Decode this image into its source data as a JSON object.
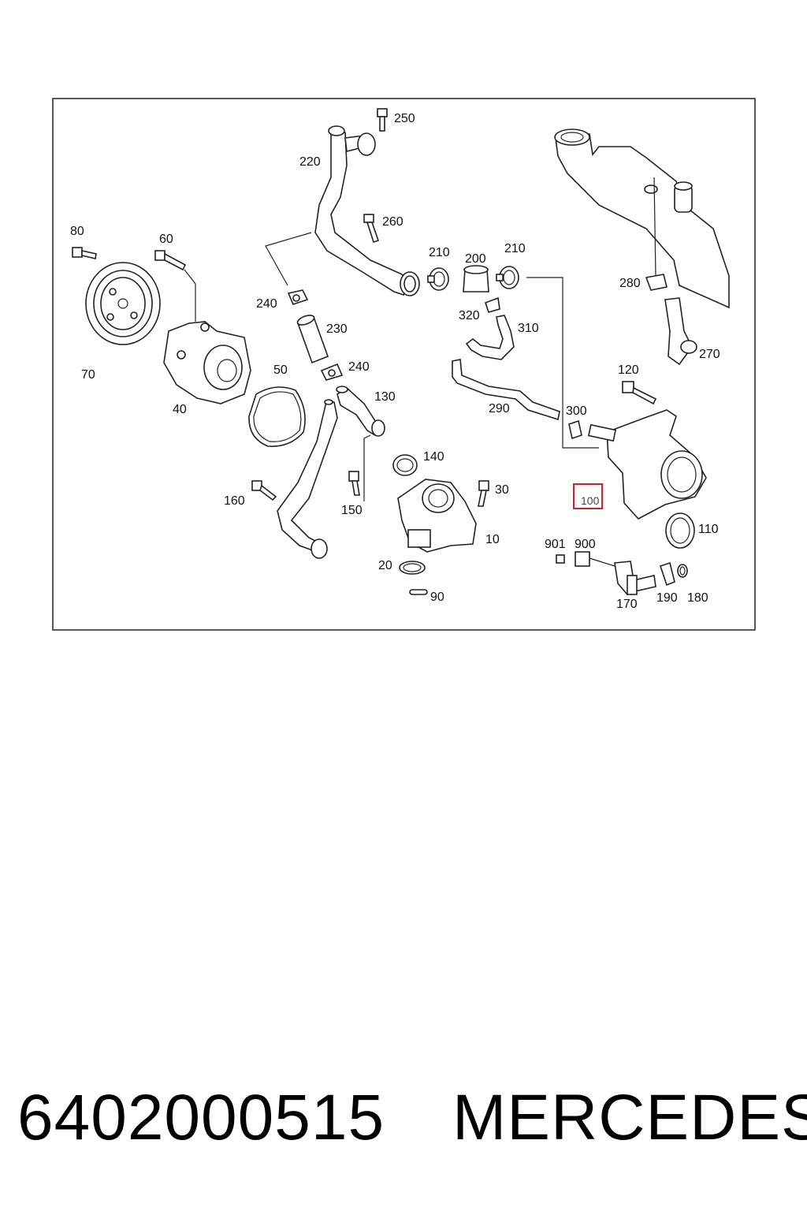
{
  "diagram": {
    "highlight_color": "#d81e2a",
    "labels": {
      "l250": "250",
      "l220": "220",
      "l260": "260",
      "l80": "80",
      "l60": "60",
      "l210a": "210",
      "l200": "200",
      "l210b": "210",
      "l280": "280",
      "l240a": "240",
      "l230": "230",
      "l320": "320",
      "l310": "310",
      "l270": "270",
      "l70": "70",
      "l50": "50",
      "l240b": "240",
      "l120": "120",
      "l40": "40",
      "l130": "130",
      "l290": "290",
      "l300": "300",
      "l140": "140",
      "l30": "30",
      "l100": "100",
      "l160": "160",
      "l150": "150",
      "l110": "110",
      "l10": "10",
      "l901": "901",
      "l900": "900",
      "l20": "20",
      "l90": "90",
      "l190": "190",
      "l180": "180",
      "l170": "170"
    }
  },
  "footer": {
    "part_number": "6402000515",
    "brand": "MERCEDES"
  }
}
